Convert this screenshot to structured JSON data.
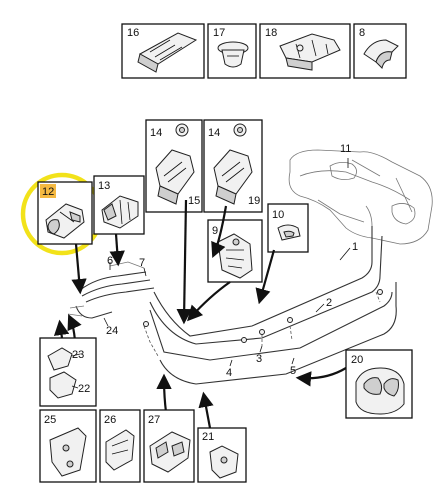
{
  "callouts": {
    "p1": "1",
    "p2": "2",
    "p3": "3",
    "p4": "4",
    "p5": "5",
    "p6": "6",
    "p7": "7",
    "p8": "8",
    "p9": "9",
    "p10": "10",
    "p11": "11",
    "p12": "12",
    "p13": "13",
    "p14a": "14",
    "p14b": "14",
    "p15": "15",
    "p16": "16",
    "p17": "17",
    "p18": "18",
    "p19": "19",
    "p20": "20",
    "p21": "21",
    "p22": "22",
    "p23": "23",
    "p24": "24",
    "p25": "25",
    "p26": "26",
    "p27": "27"
  },
  "colors": {
    "highlight_ring": "#f2e21a",
    "highlight_label": "#f5b942",
    "line": "#111111"
  },
  "highlighted_part": "12"
}
